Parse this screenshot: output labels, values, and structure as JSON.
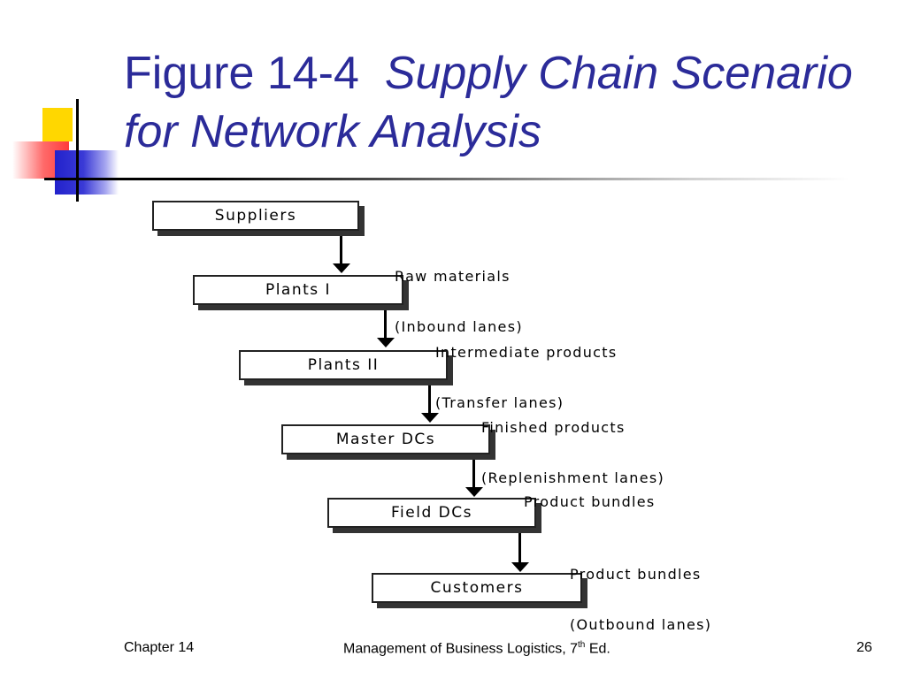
{
  "slide": {
    "title_prefix": "Figure 14-4",
    "title_italic": "Supply Chain Scenario for Network Analysis"
  },
  "diagram": {
    "nodes": [
      {
        "label": "Suppliers"
      },
      {
        "label": "Plants I"
      },
      {
        "label": "Plants II"
      },
      {
        "label": "Master DCs"
      },
      {
        "label": "Field DCs"
      },
      {
        "label": "Customers"
      }
    ],
    "lanes": [
      {
        "line1": "Raw materials",
        "line2": "(Inbound lanes)"
      },
      {
        "line1": "Intermediate products",
        "line2": "(Transfer lanes)"
      },
      {
        "line1": "Finished products",
        "line2": "(Replenishment lanes)"
      },
      {
        "line1": "Product bundles",
        "line2": ""
      },
      {
        "line1": "Product bundles",
        "line2": "(Outbound lanes)"
      }
    ]
  },
  "footer": {
    "chapter": "Chapter 14",
    "book_main": "Management of Business Logistics, 7",
    "book_sup": "th",
    "book_end": " Ed.",
    "page": "26"
  }
}
